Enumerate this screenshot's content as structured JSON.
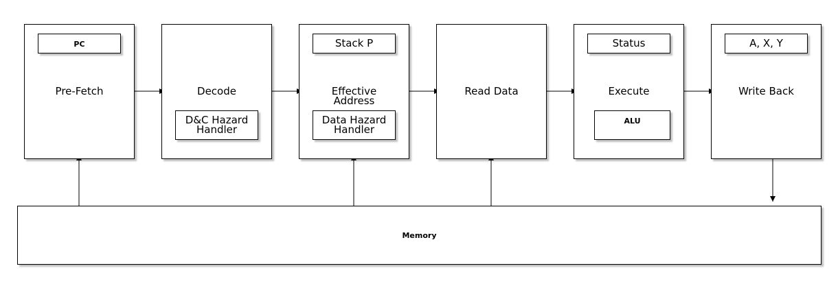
{
  "stages": [
    {
      "name": "Pre-Fetch",
      "sub_top": "PC"
    },
    {
      "name": "Decode",
      "sub_bottom": "D&C Hazard\nHandler"
    },
    {
      "name": "Effective\nAddress",
      "sub_top": "Stack P",
      "sub_bottom": "Data Hazard\nHandler"
    },
    {
      "name": "Read Data"
    },
    {
      "name": "Execute",
      "sub_top": "Status",
      "sub_bottom": "ALU"
    },
    {
      "name": "Write Back",
      "sub_top": "A, X, Y"
    }
  ],
  "memory": {
    "label": "Memory"
  }
}
